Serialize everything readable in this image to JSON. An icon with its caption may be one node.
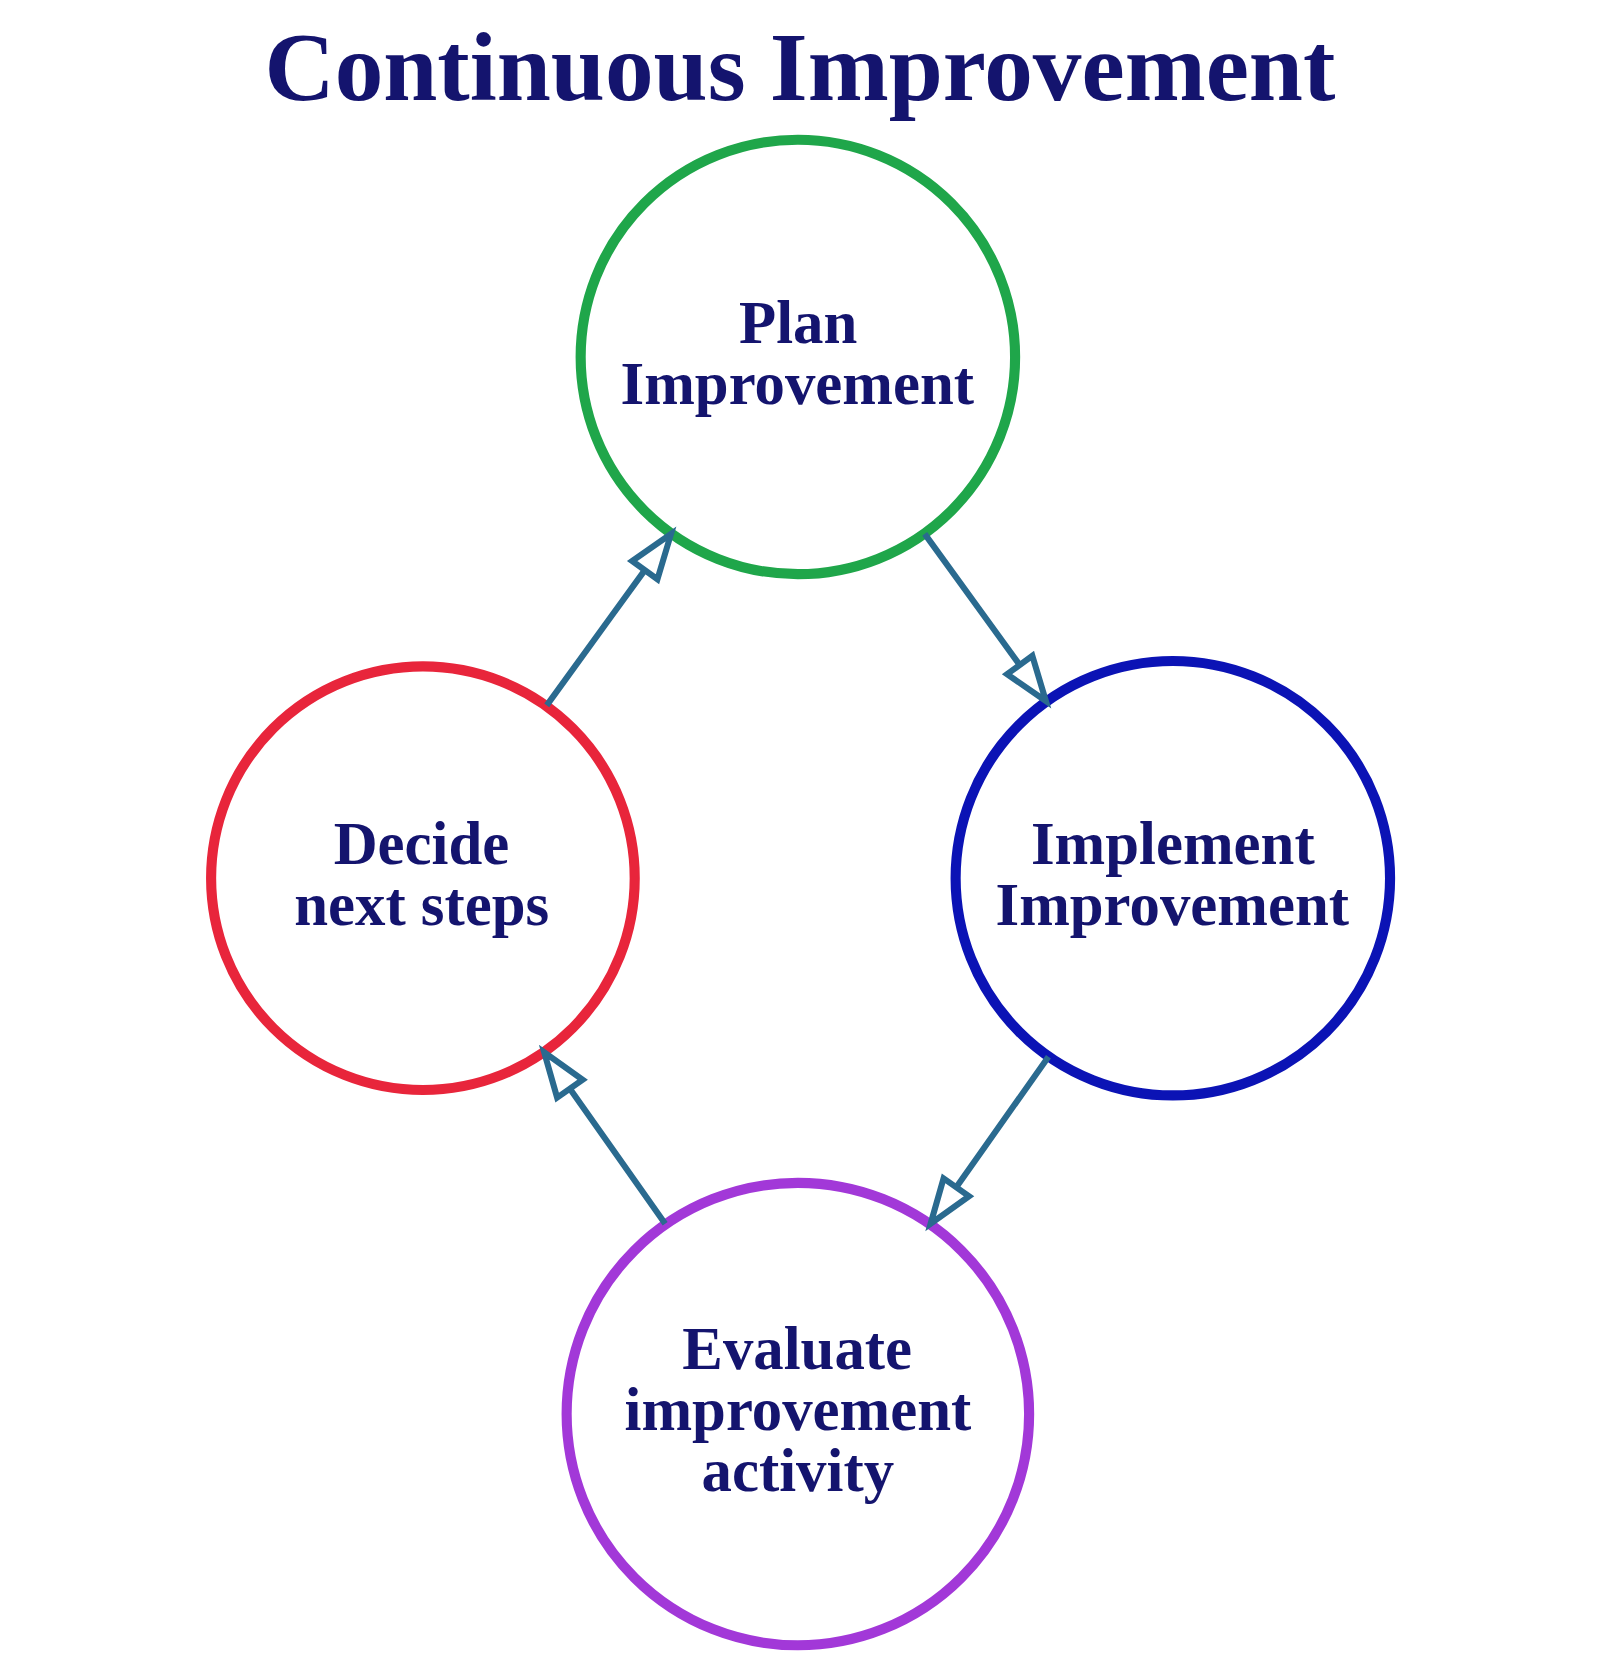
{
  "diagram": {
    "title": "Continuous Improvement",
    "nodes": [
      {
        "text": [
          "Plan Improvement"
        ]
      },
      {
        "text": [
          "Implement Improvement"
        ]
      },
      {
        "text": [
          "Evaluate improvement activity"
        ]
      },
      {
        "text": [
          "Decide next steps"
        ]
      }
    ],
    "edges": [
      {
        "from": 0,
        "to": 1,
        "arrow": "to"
      },
      {
        "from": 1,
        "to": 2,
        "arrow": "to"
      },
      {
        "from": 2,
        "to": 3,
        "arrow": "to"
      },
      {
        "from": 3,
        "to": 0,
        "arrow": "to"
      }
    ]
  }
}
